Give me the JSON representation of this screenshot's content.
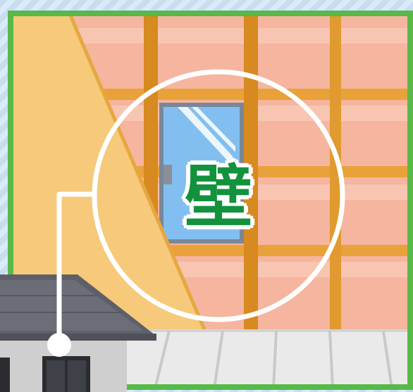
{
  "label": {
    "text": "壁"
  },
  "colors": {
    "background_stripe_light": "#dbeaf7",
    "background_stripe_dark": "#c7ddf1",
    "frame_green": "#59b848",
    "siding_yellow": "#f6c97b",
    "insulation_pink": "#f5b59f",
    "stud_orange": "#d68a1f",
    "window_blue": "#82bff0",
    "floor_gray": "#eaeaea",
    "roof_gray": "#5d6068",
    "house_wall": "#cfcfcf",
    "label_green": "#13923d"
  },
  "icons": {
    "house": "house-illustration",
    "window": "window-illustration",
    "magnifier": "magnifier-circle"
  }
}
